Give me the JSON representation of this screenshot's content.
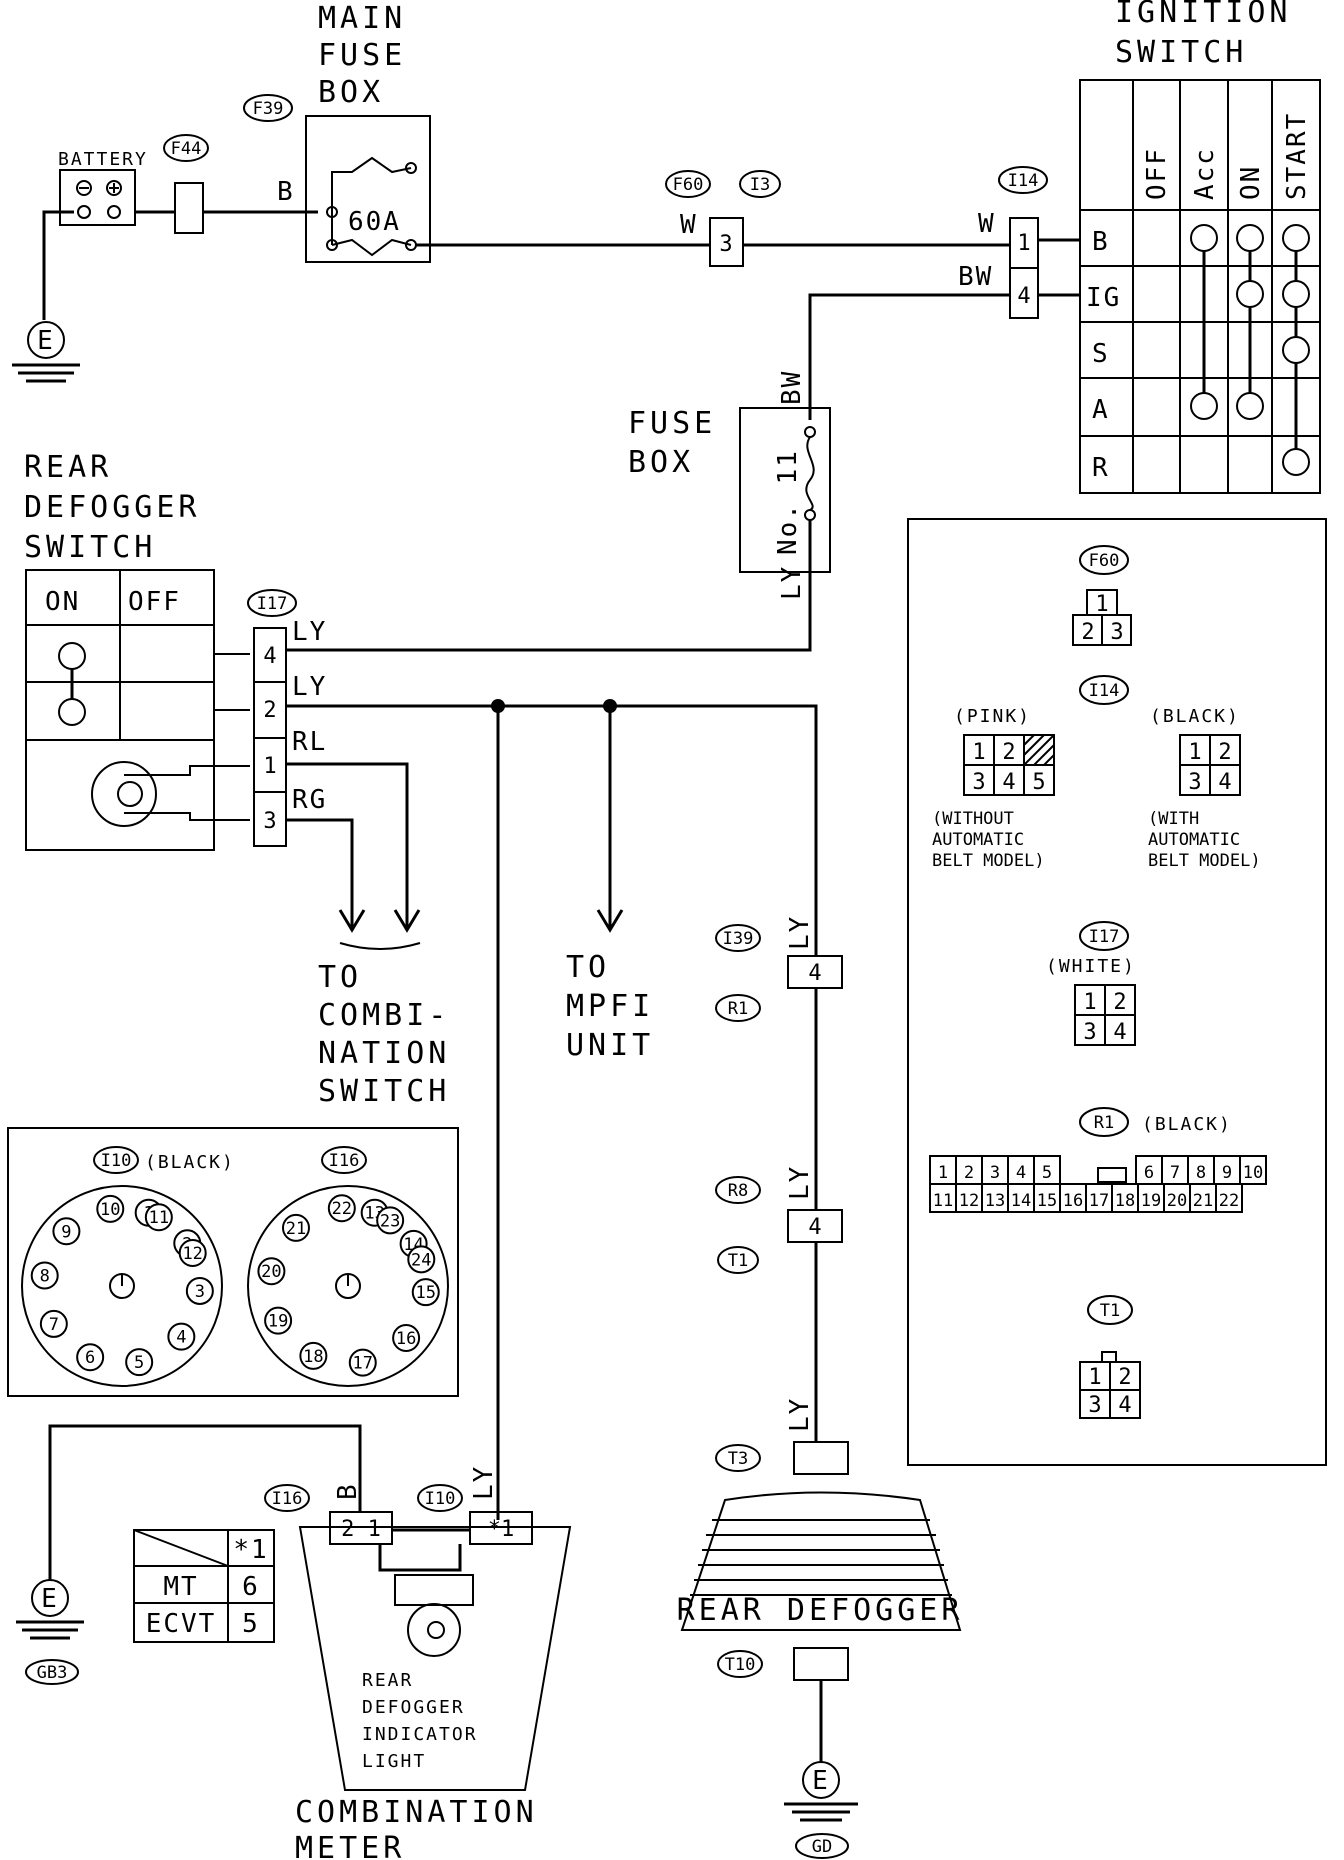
{
  "battery": {
    "label": "BATTERY",
    "connector": "F44"
  },
  "main_fuse_box": {
    "label_lines": [
      "MAIN",
      "FUSE",
      "BOX"
    ],
    "connector": "F39",
    "rating": "60A",
    "wire": "B"
  },
  "ignition_switch": {
    "label_lines": [
      "IGNITION",
      "SWITCH"
    ],
    "connector": "I14",
    "columns": [
      "OFF",
      "Acc",
      "ON",
      "START"
    ],
    "rows": [
      "B",
      "IG",
      "S",
      "A",
      "R"
    ],
    "pins": [
      "1",
      "4"
    ],
    "wires": [
      "W",
      "BW"
    ]
  },
  "connector_f60_i3": {
    "codes": [
      "F60",
      "I3"
    ],
    "pin": "3",
    "wire": "W"
  },
  "fuse_box": {
    "label_lines": [
      "FUSE",
      "BOX"
    ],
    "fuse": "No. 11",
    "wire_in": "BW",
    "wire_out": "LY"
  },
  "rear_defogger_switch": {
    "label_lines": [
      "REAR",
      "DEFOGGER",
      "SWITCH"
    ],
    "positions": [
      "ON",
      "OFF"
    ],
    "connector": "I17",
    "pins": [
      "4",
      "2",
      "1",
      "3"
    ],
    "wires": [
      "LY",
      "LY",
      "RL",
      "RG"
    ]
  },
  "destinations": {
    "combination_switch": [
      "TO",
      "COMBI-",
      "NATION",
      "SWITCH"
    ],
    "mpfi_unit": [
      "TO",
      "MPFI",
      "UNIT"
    ]
  },
  "defogger_harness": {
    "conn1": {
      "codes": [
        "I39",
        "R1"
      ],
      "pin": "4",
      "wire": "LY"
    },
    "conn2": {
      "codes": [
        "R8",
        "T1"
      ],
      "pin": "4",
      "wire": "LY"
    },
    "conn3": {
      "code": "T3",
      "wire": "LY"
    },
    "ground": {
      "code": "T10",
      "symbol": "E",
      "ground": "GD"
    }
  },
  "rear_defogger": {
    "label": "REAR DEFOGGER"
  },
  "round_connectors": {
    "I10": {
      "code": "I10",
      "color": "(BLACK)",
      "pins": [
        "1",
        "2",
        "3",
        "4",
        "5",
        "6",
        "7",
        "8",
        "9",
        "10",
        "11",
        "12"
      ]
    },
    "I16": {
      "code": "I16",
      "pins": [
        "13",
        "14",
        "15",
        "16",
        "17",
        "18",
        "19",
        "20",
        "21",
        "22",
        "23",
        "24"
      ]
    }
  },
  "combination_meter": {
    "label_lines": [
      "COMBINATION",
      "METER"
    ],
    "indicator_lines": [
      "REAR",
      "DEFOGGER",
      "INDICATOR",
      "LIGHT"
    ],
    "conn_i16": {
      "code": "I16",
      "pins": "2 1",
      "wire": "B"
    },
    "conn_i10": {
      "code": "I10",
      "pin": "*1",
      "wire": "LY"
    }
  },
  "ground_left": {
    "symbol": "E",
    "ground": "GB3"
  },
  "ground_top": {
    "symbol": "E"
  },
  "model_table": {
    "header": "*1",
    "rows": [
      {
        "model": "MT",
        "value": "6"
      },
      {
        "model": "ECVT",
        "value": "5"
      }
    ]
  },
  "connector_legend": {
    "f60": {
      "code": "F60",
      "pins": [
        "1",
        "2",
        "3"
      ]
    },
    "i14": {
      "code": "I14",
      "pink": {
        "color": "(PINK)",
        "pins": [
          "1",
          "2",
          "3",
          "4",
          "5"
        ],
        "note_lines": [
          "(WITHOUT",
          "AUTOMATIC",
          "BELT MODEL)"
        ]
      },
      "black": {
        "color": "(BLACK)",
        "pins": [
          "1",
          "2",
          "3",
          "4"
        ],
        "note_lines": [
          "(WITH",
          "AUTOMATIC",
          "BELT MODEL)"
        ]
      }
    },
    "i17": {
      "code": "I17",
      "color": "(WHITE)",
      "pins": [
        "1",
        "2",
        "3",
        "4"
      ]
    },
    "r1": {
      "code": "R1",
      "color": "(BLACK)",
      "top_pins": [
        "1",
        "2",
        "3",
        "4",
        "5",
        "6",
        "7",
        "8",
        "9",
        "10"
      ],
      "bottom_pins": [
        "11",
        "12",
        "13",
        "14",
        "15",
        "16",
        "17",
        "18",
        "19",
        "20",
        "21",
        "22"
      ]
    },
    "t1": {
      "code": "T1",
      "pins": [
        "1",
        "2",
        "3",
        "4"
      ]
    }
  }
}
